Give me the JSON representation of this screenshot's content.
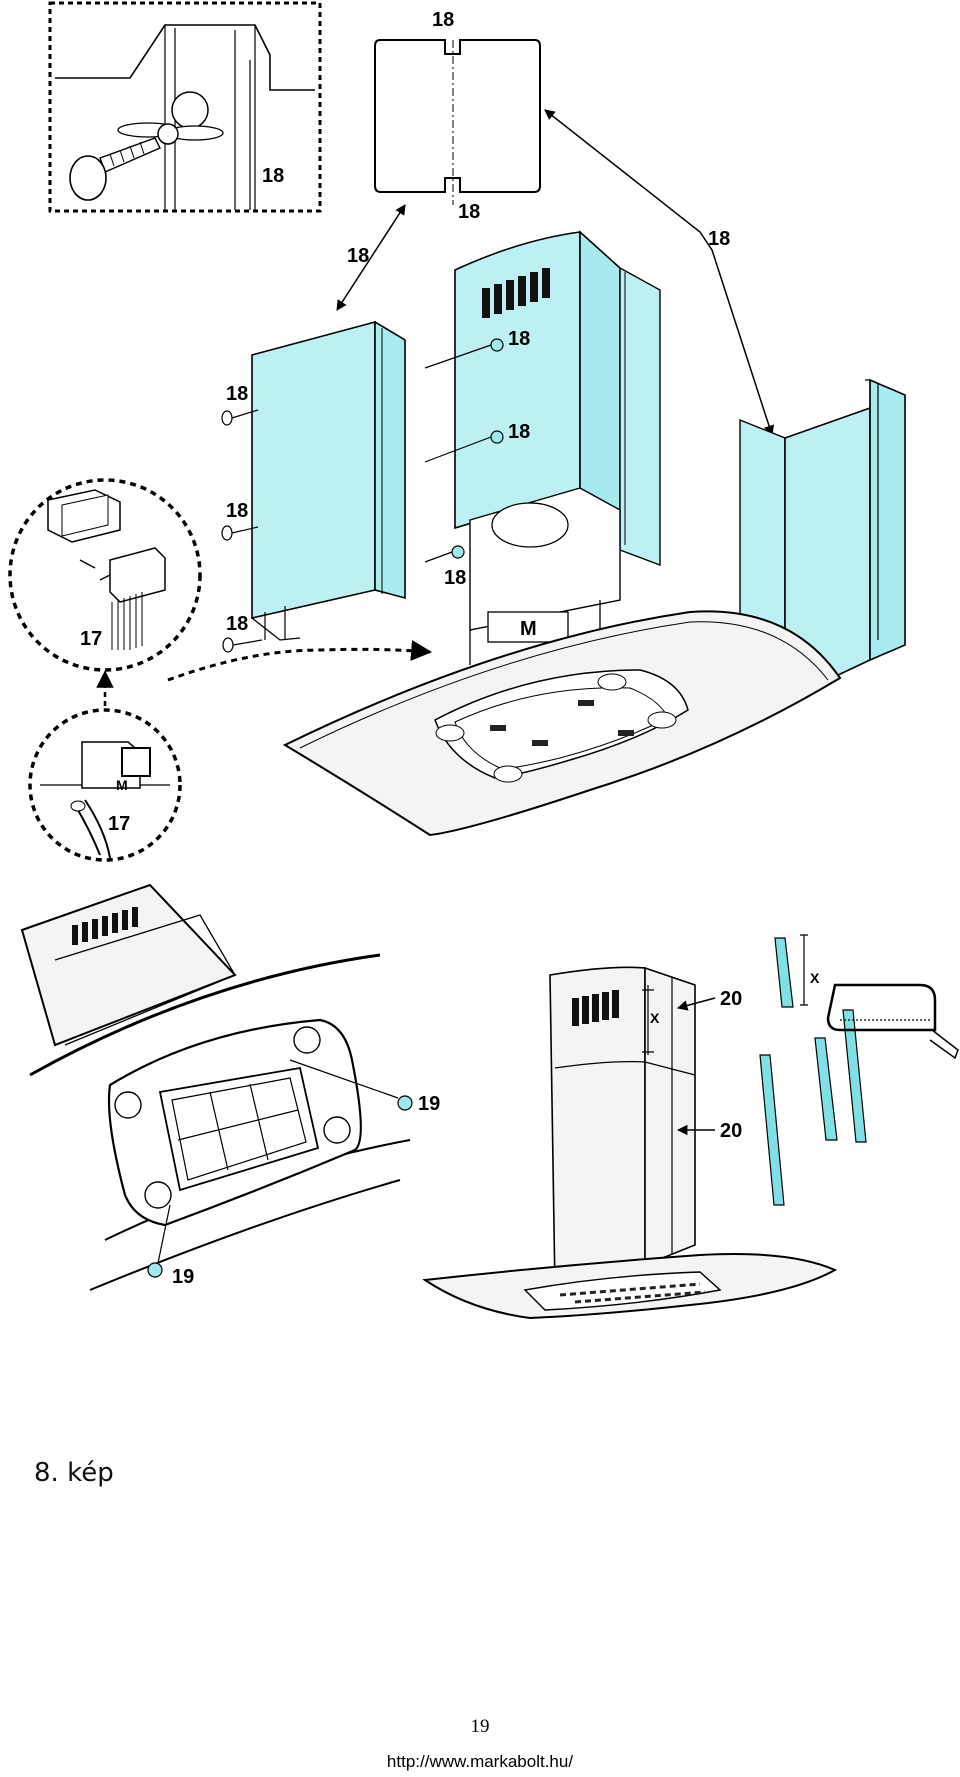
{
  "page": {
    "caption": "8. kép",
    "page_number": "19",
    "url": "http://www.markabolt.hu/"
  },
  "labels": {
    "n17": "17",
    "n18": "18",
    "n19": "19",
    "n20": "20",
    "x": "X",
    "m": "M"
  },
  "colors": {
    "panel_fill": "#bdf0f2",
    "panel_fill_strong": "#9fe8ec",
    "strip_fill": "#7fe0e6",
    "outline": "#1a1a1a",
    "hood_fill": "#f4f4f4"
  }
}
